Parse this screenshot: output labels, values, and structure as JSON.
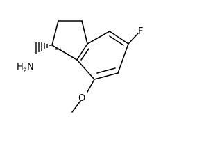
{
  "structure": {
    "atoms": {
      "fluorine": "F",
      "amine_nitrogen": "N",
      "amine_h": "H",
      "amine_h_count": "2",
      "oxygen": "O"
    },
    "stereo_annotation": "&1"
  },
  "colors": {
    "bond": "#000000",
    "text": "#000000",
    "background": "#ffffff"
  }
}
